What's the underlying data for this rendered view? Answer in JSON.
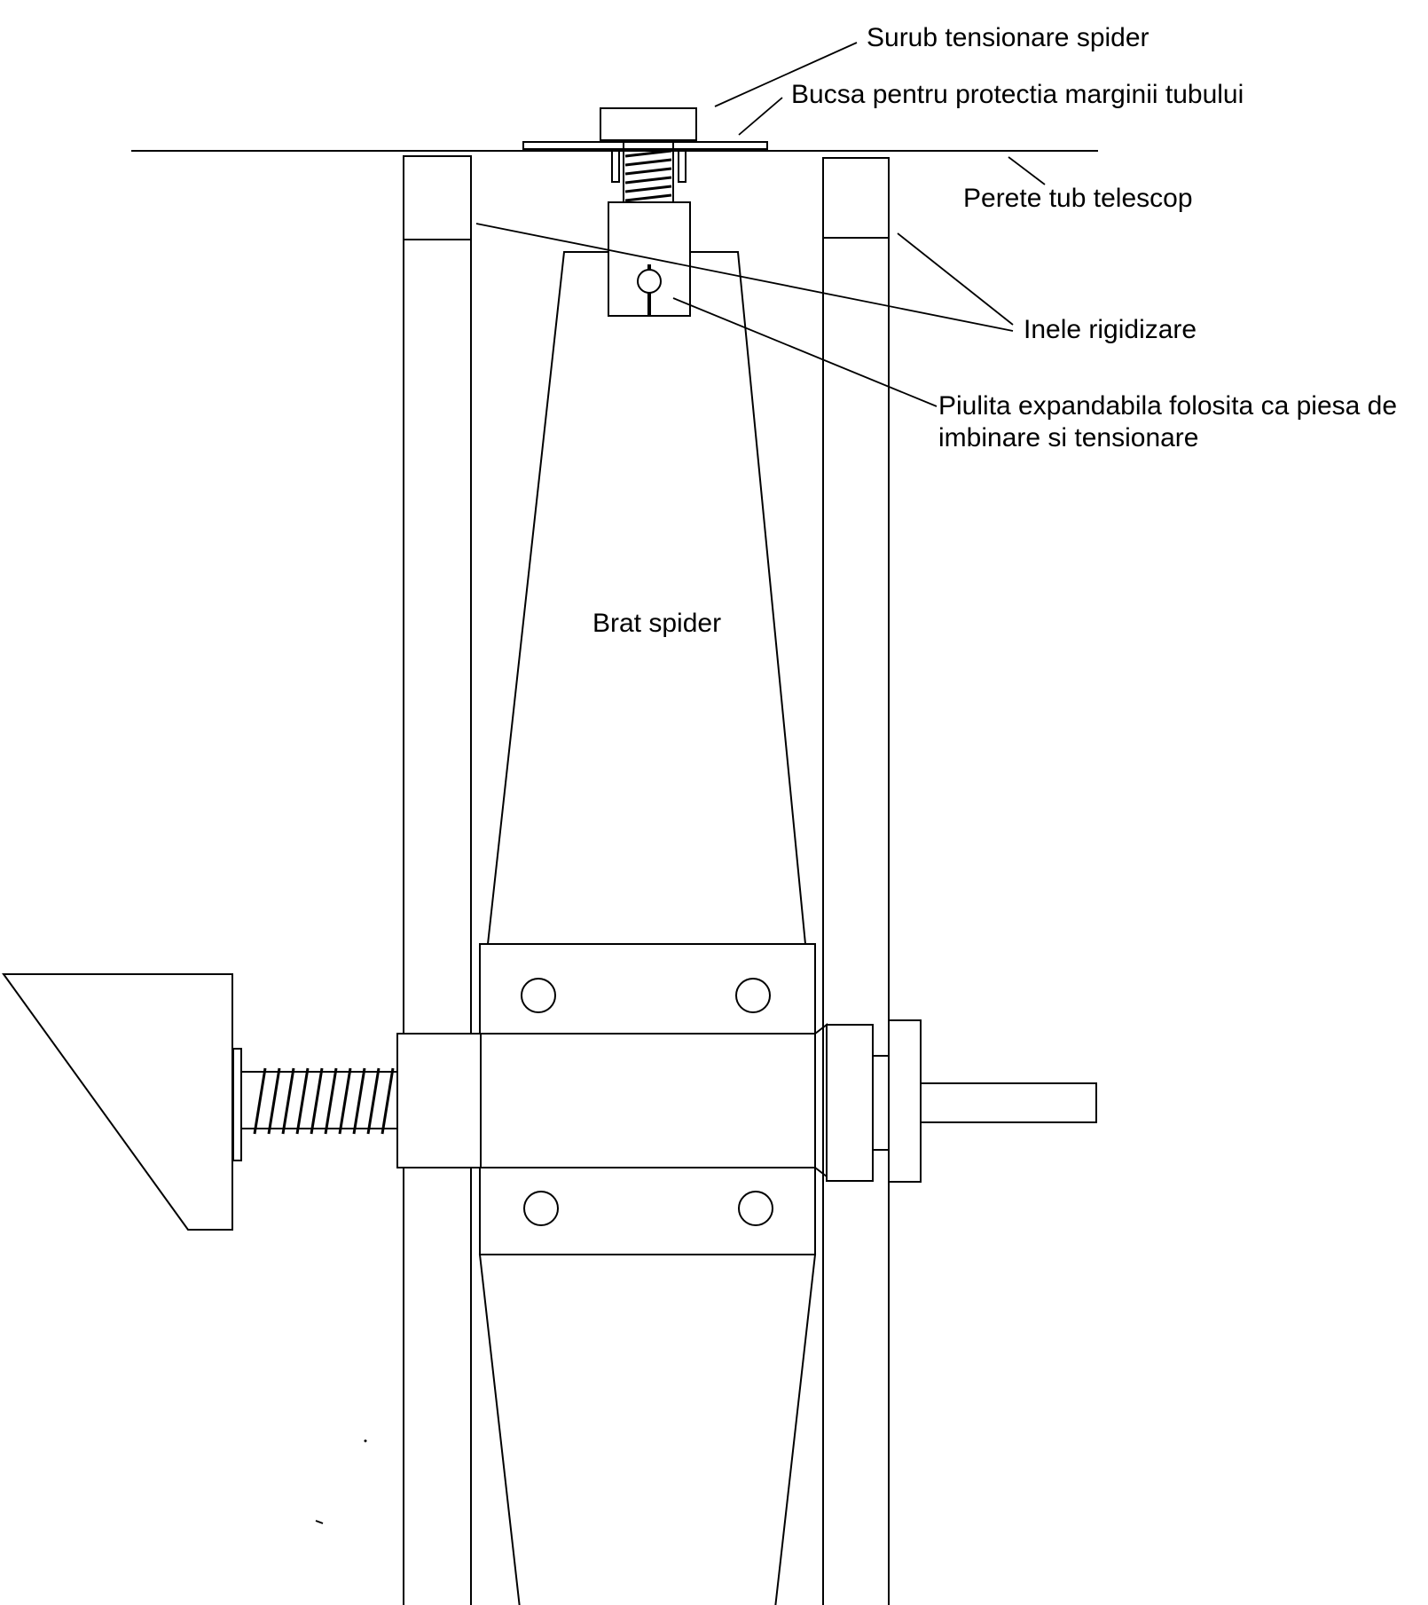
{
  "labels": {
    "spider_tension_screw": "Surub tensionare spider",
    "edge_protection_bushing": "Bucsa pentru protectia marginii tubului",
    "tube_wall": "Perete tub telescop",
    "stiffening_rings": "Inele rigidizare",
    "expanding_nut_line1": "Piulita expandabila folosita ca piesa de",
    "expanding_nut_line2": "imbinare si tensionare",
    "spider_arm": "Brat spider"
  },
  "colors": {
    "line": "#000000",
    "background": "#ffffff"
  }
}
